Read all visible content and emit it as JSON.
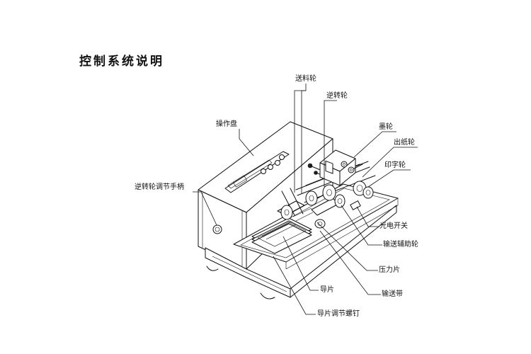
{
  "title": "控制系统说明",
  "labels": {
    "feed_wheel": "送料轮",
    "reverse_wheel": "逆转轮",
    "control_panel": "操作盘",
    "ink_wheel": "墨轮",
    "paper_out_wheel": "出纸轮",
    "print_wheel": "印字轮",
    "reverse_wheel_handle": "逆转轮调节手柄",
    "photo_switch": "光电开关",
    "aux_feed_wheel": "输送辅助轮",
    "pressure_plate": "压力片",
    "guide_plate": "导片",
    "conveyor_belt": "输送带",
    "guide_screw": "导片调节螺钉"
  }
}
